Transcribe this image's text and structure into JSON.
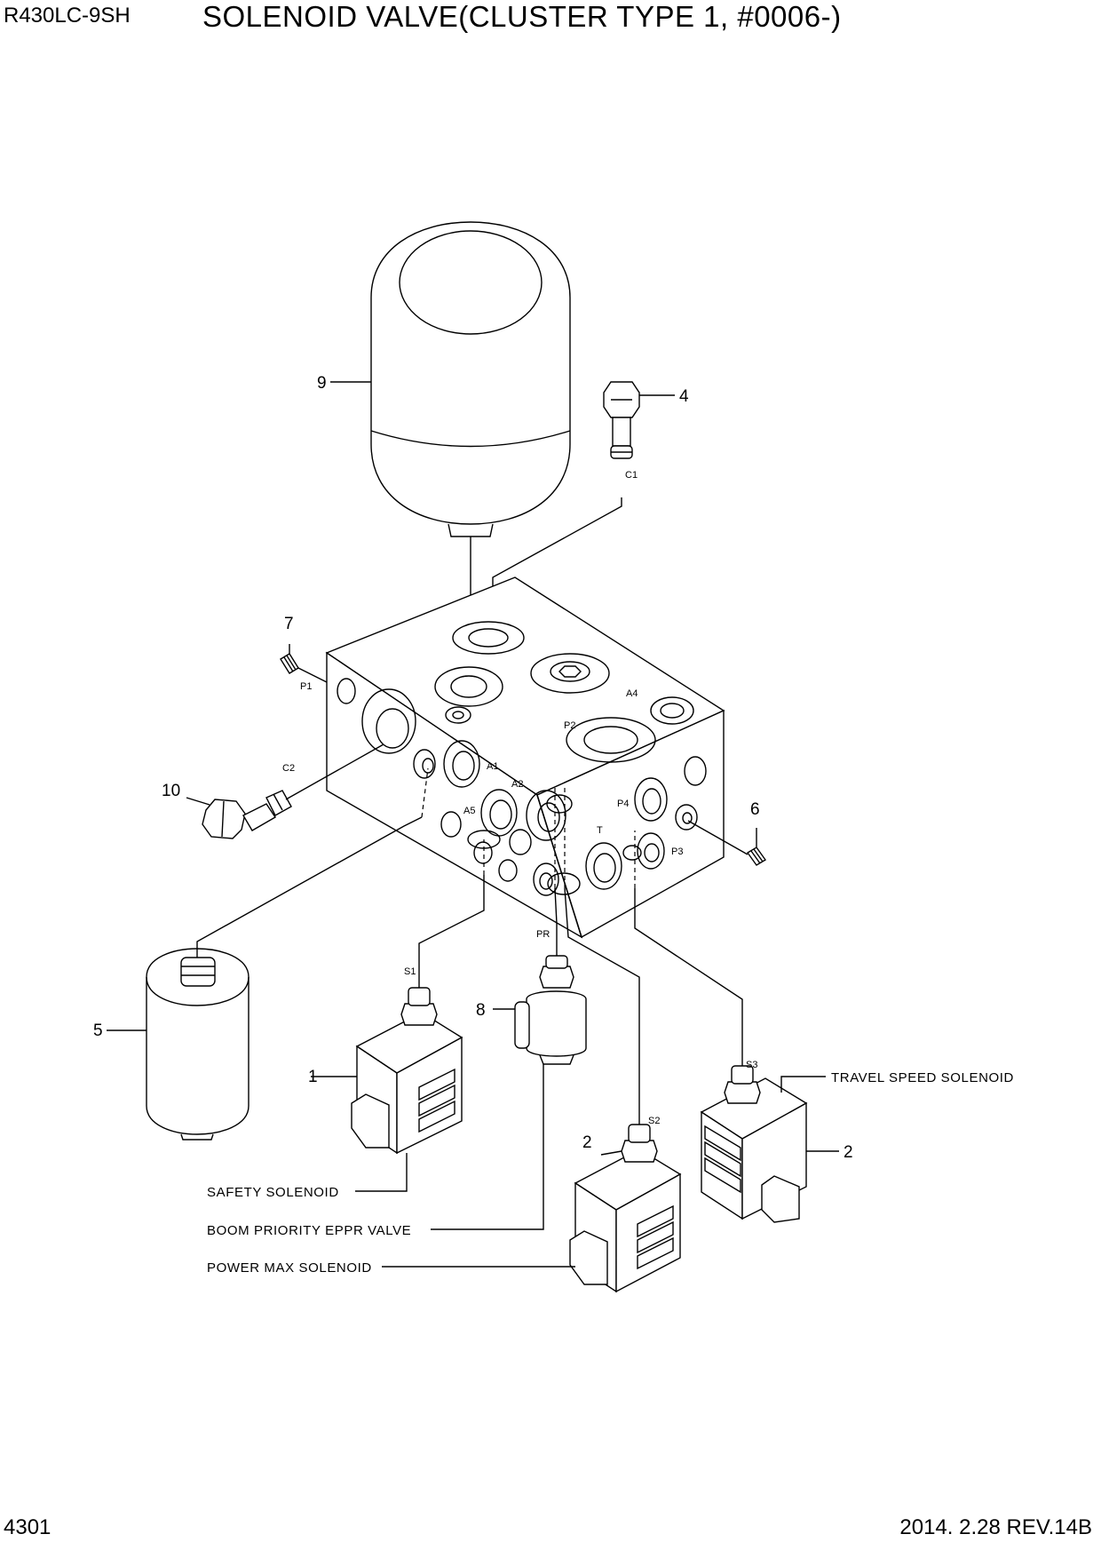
{
  "header": {
    "model": "R430LC-9SH",
    "title": "SOLENOID VALVE(CLUSTER TYPE 1, #0006-)"
  },
  "footer": {
    "page_number": "4301",
    "date_revision": "2014. 2.28  REV.14B"
  },
  "callouts": {
    "c1": "1",
    "c2a": "2",
    "c2b": "2",
    "c4": "4",
    "c5": "5",
    "c6": "6",
    "c7": "7",
    "c8": "8",
    "c9": "9",
    "c10": "10"
  },
  "ports": {
    "p1": "P1",
    "p2": "P2",
    "p3": "P3",
    "p4": "P4",
    "a1": "A1",
    "a2": "A2",
    "a4": "A4",
    "a5": "A5",
    "t": "T",
    "pr": "PR",
    "c1": "C1",
    "c2": "C2",
    "s1": "S1",
    "s2": "S2",
    "s3": "S3"
  },
  "notes": {
    "safety_solenoid": "SAFETY SOLENOID",
    "boom_priority": "BOOM PRIORITY EPPR VALVE",
    "power_max": "POWER MAX SOLENOID",
    "travel_speed": "TRAVEL SPEED SOLENOID"
  }
}
